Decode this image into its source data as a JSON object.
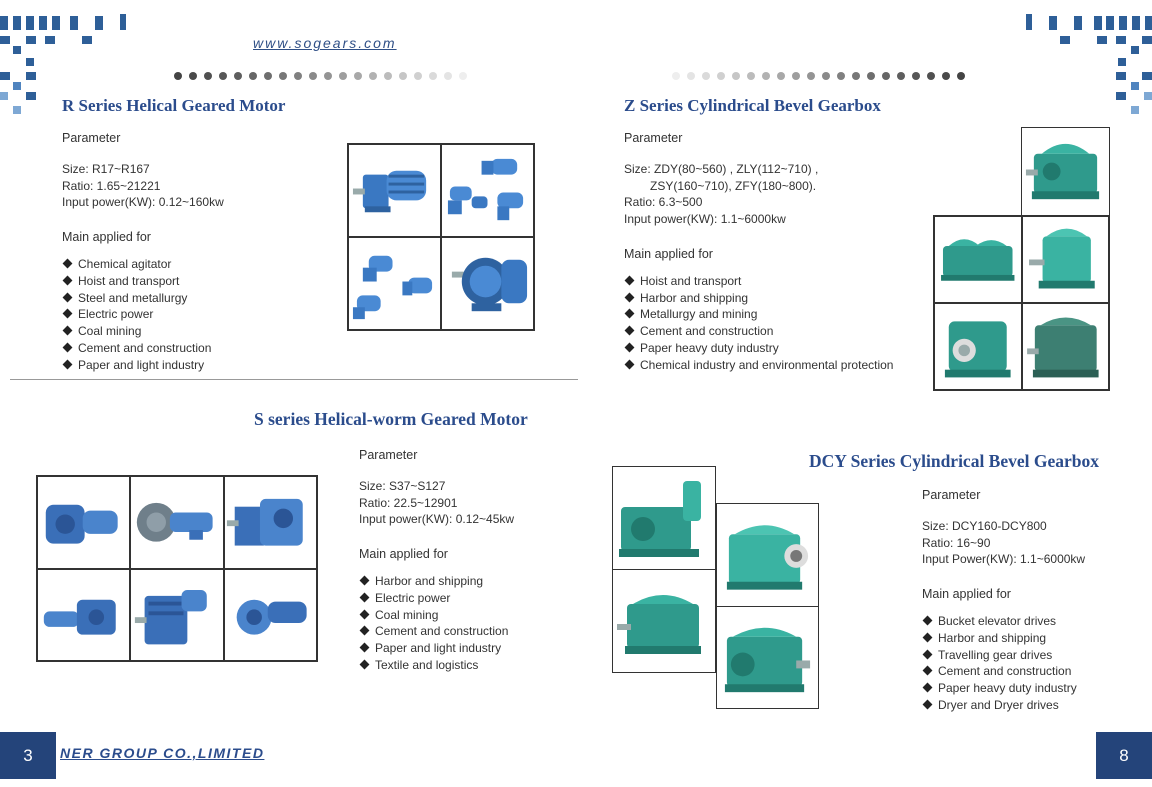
{
  "header": {
    "url": "www.sogears.com"
  },
  "footer": {
    "left_page": "3",
    "right_page": "8",
    "company": "NER GROUP CO.,LIMITED"
  },
  "colors": {
    "brand_blue": "#2b4c8c",
    "gear_blue": "#3a78c2",
    "gear_green": "#2f9a8c"
  },
  "r_series": {
    "title": "R Series Helical Geared Motor",
    "param_heading": "Parameter",
    "params": [
      "Size: R17~R167",
      "Ratio: 1.65~21221",
      "Input power(KW): 0.12~160kw"
    ],
    "applied_heading": "Main applied for",
    "applications": [
      "Chemical agitator",
      "Hoist and transport",
      "Steel and metallurgy",
      "Electric power",
      "Coal mining",
      "Cement and construction",
      "Paper and light industry"
    ]
  },
  "z_series": {
    "title": "Z Series Cylindrical Bevel Gearbox",
    "param_heading": "Parameter",
    "params": [
      "Size: ZDY(80~560) , ZLY(112~710) ,",
      "ZSY(160~710), ZFY(180~800).",
      "Ratio: 6.3~500",
      "Input power(KW): 1.1~6000kw"
    ],
    "applied_heading": "Main applied for",
    "applications": [
      "Hoist and transport",
      "Harbor and shipping",
      "Metallurgy and mining",
      "Cement and construction",
      "Paper heavy duty industry",
      "Chemical industry and environmental protection"
    ]
  },
  "s_series": {
    "title": "S series Helical-worm Geared Motor",
    "param_heading": "Parameter",
    "params": [
      "Size: S37~S127",
      "Ratio: 22.5~12901",
      "Input power(KW): 0.12~45kw"
    ],
    "applied_heading": "Main applied for",
    "applications": [
      "Harbor and shipping",
      "Electric power",
      "Coal mining",
      "Cement and construction",
      "Paper and light industry",
      "Textile and logistics"
    ]
  },
  "dcy_series": {
    "title": "DCY Series Cylindrical Bevel Gearbox",
    "param_heading": "Parameter",
    "params": [
      "Size: DCY160-DCY800",
      "Ratio: 16~90",
      "Input Power(KW): 1.1~6000kw"
    ],
    "applied_heading": "Main applied for",
    "applications": [
      "Bucket elevator drives",
      "Harbor and shipping",
      "Travelling gear drives",
      "Cement and construction",
      "Paper heavy duty industry",
      "Dryer and Dryer drives"
    ]
  }
}
